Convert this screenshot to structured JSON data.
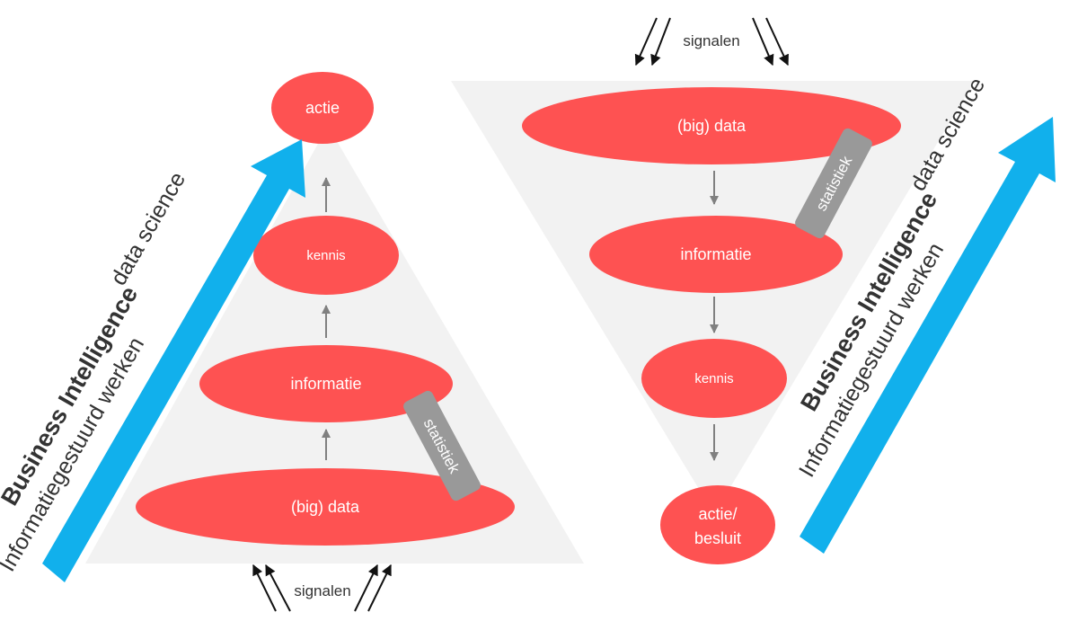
{
  "colors": {
    "background": "#ffffff",
    "funnel": "#f2f2f2",
    "node": "#fe5252",
    "node_text": "#ffffff",
    "flow_arrow": "#808080",
    "signal_arrow": "#111111",
    "progress_arrow": "#11b0ec",
    "statistics_tag": "#999999",
    "text": "#333333"
  },
  "left_diagram": {
    "nodes": {
      "top": "actie",
      "upper": "kennis",
      "middle": "informatie",
      "bottom": "(big) data"
    },
    "statistics_tag": "statistiek",
    "signals_label": "signalen",
    "side_title": "Business Intelligence",
    "side_subtitle_1": "Informatiegestuurd werken",
    "side_subtitle_2": "data science"
  },
  "right_diagram": {
    "nodes": {
      "top": "(big) data",
      "upper": "informatie",
      "middle": "kennis",
      "bottom_line1": "actie/",
      "bottom_line2": "besluit"
    },
    "statistics_tag": "statistiek",
    "signals_label": "signalen",
    "side_title": "Business Intelligence",
    "side_subtitle_1": "Informatiegestuurd werken",
    "side_subtitle_2": "data science"
  }
}
